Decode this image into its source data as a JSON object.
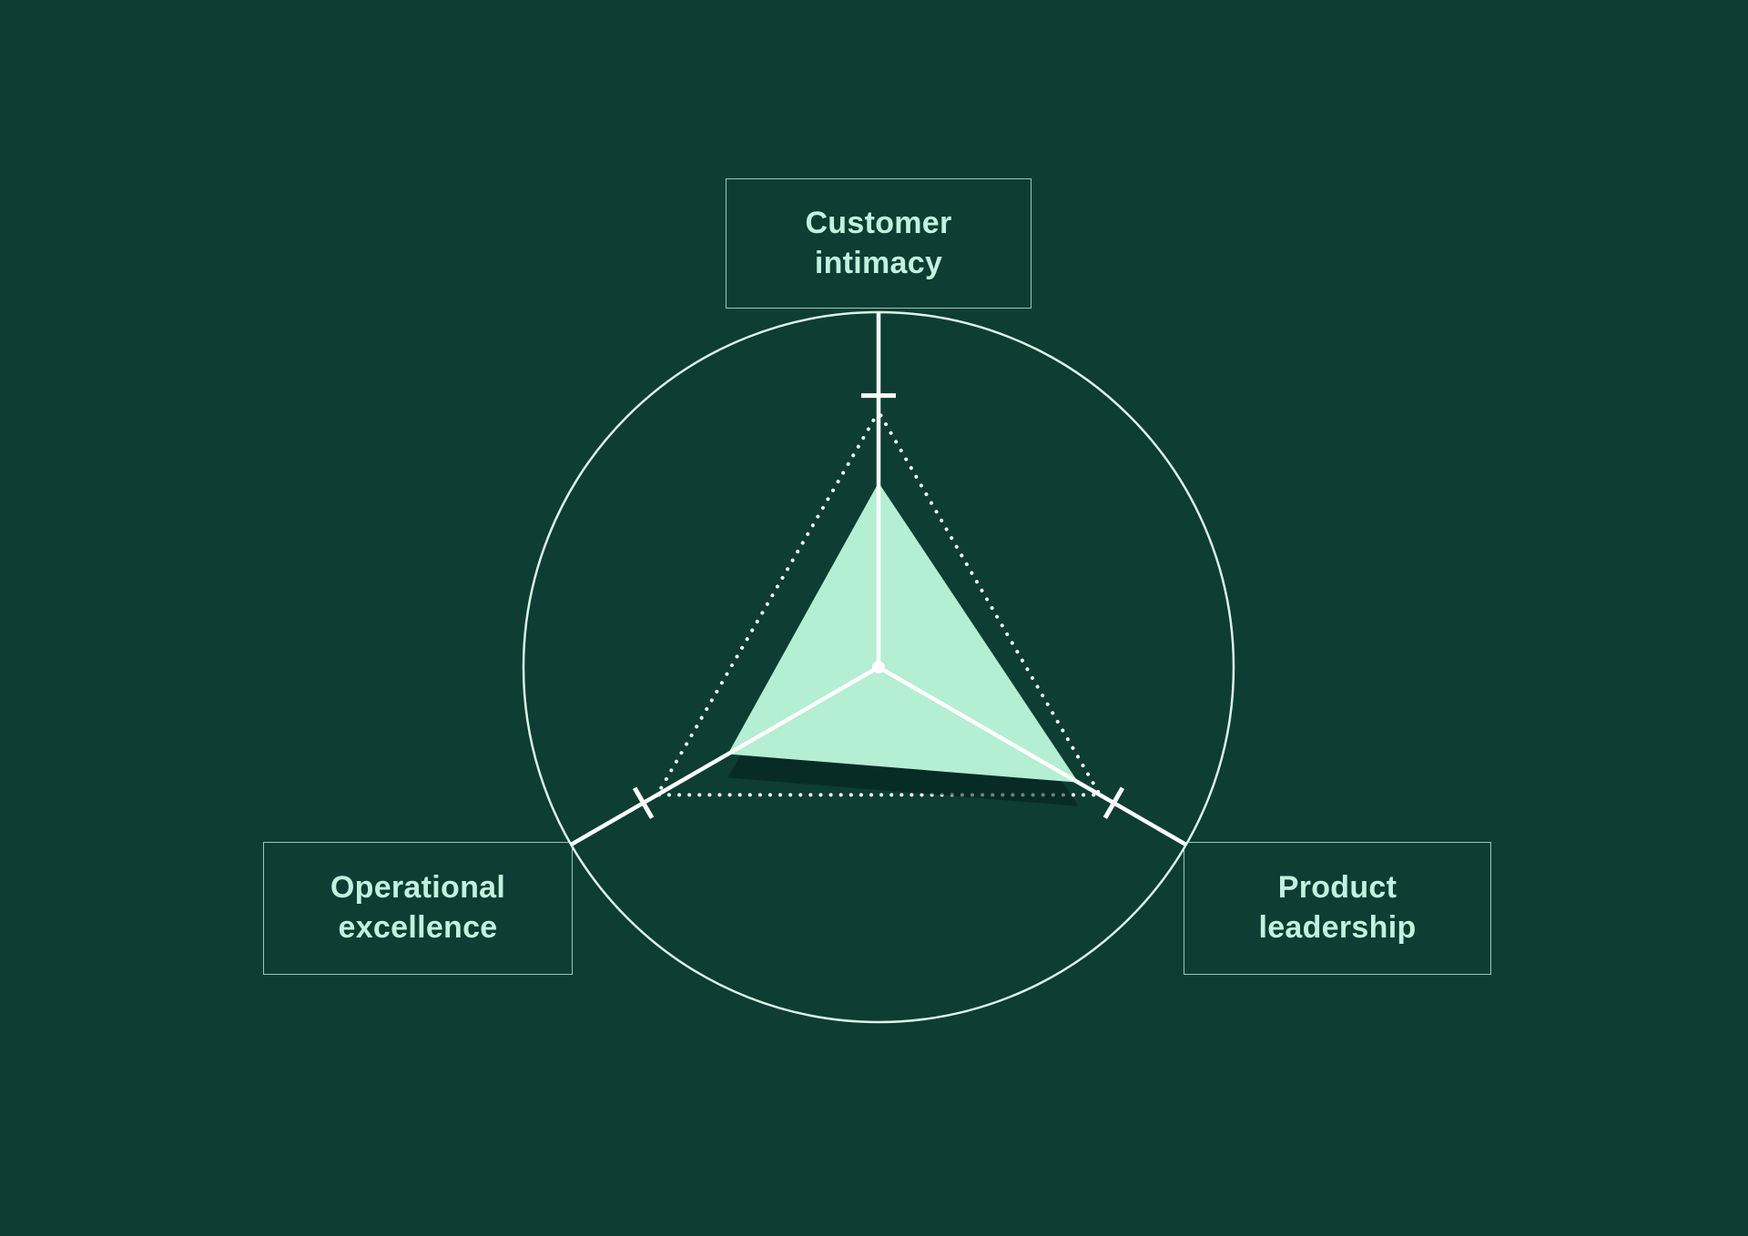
{
  "labels": {
    "customer_intimacy": {
      "lines": [
        "Customer",
        "intimacy"
      ]
    },
    "operational_excellence": {
      "lines": [
        "Operational",
        "excellence"
      ]
    },
    "product_leadership": {
      "lines": [
        "Product",
        "leadership"
      ]
    }
  },
  "colors": {
    "background": "#0d3d33",
    "triangle_fill": "#b4eed3",
    "triangle_shadow": "rgba(4,31,25,0.55)",
    "axis_stroke": "#ffffff",
    "circle_stroke": "#ddf3e9",
    "dotted_stroke": "#f4fbf8",
    "label_text": "#c2f1dd",
    "label_border": "rgba(190,238,218,0.8)"
  },
  "chart_data": {
    "type": "radar",
    "axes": [
      "Customer intimacy",
      "Operational excellence",
      "Product leadership"
    ],
    "values": [
      0.52,
      0.49,
      0.65
    ],
    "max": 1.0,
    "reference_level": 0.72,
    "tick_level": 0.765,
    "axis_angles_deg": [
      90,
      210,
      330
    ],
    "grid": "outer circle with dotted reference triangle",
    "legend": "none",
    "title": ""
  }
}
